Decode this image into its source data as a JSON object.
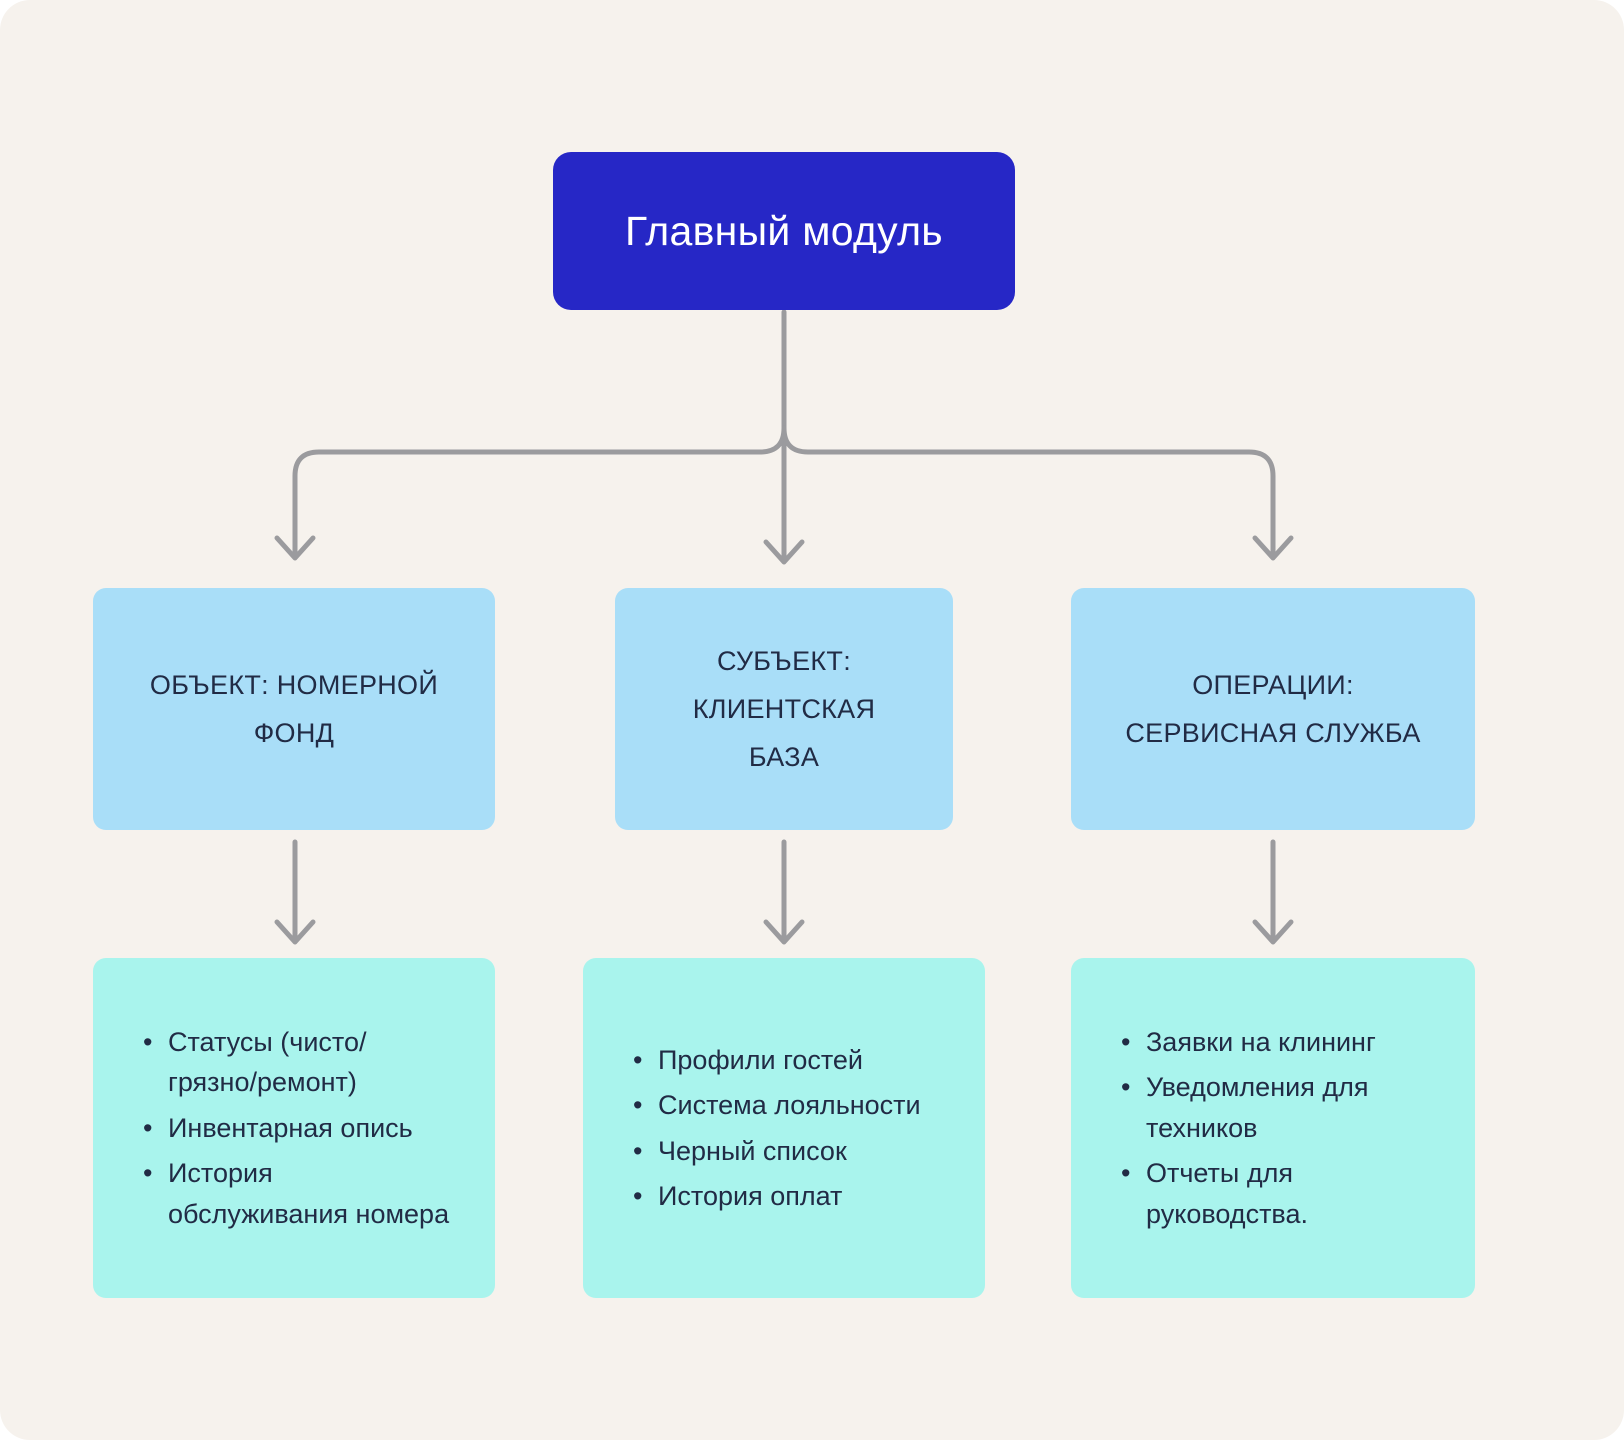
{
  "colors": {
    "background": "#f6f2ed",
    "root_box": "#2627c6",
    "root_text": "#ffffff",
    "branch_box": "#a9def8",
    "leaf_box": "#a9f4ed",
    "text": "#212b45",
    "arrow": "#9b9b9e"
  },
  "root": {
    "label": "Главный модуль"
  },
  "branches": [
    {
      "title": "ОБЪЕКТ: НОМЕРНОЙ ФОНД",
      "items": [
        "Статусы (чисто/грязно/ремонт)",
        "Инвентарная опись",
        "История обслуживания номера"
      ]
    },
    {
      "title": "СУБЪЕКТ: КЛИЕНТСКАЯ БАЗА",
      "items": [
        "Профили гостей",
        "Система лояльности",
        "Черный список",
        "История оплат"
      ]
    },
    {
      "title": "ОПЕРАЦИИ: СЕРВИСНАЯ СЛУЖБА",
      "items": [
        "Заявки на клининг",
        "Уведомления для техников",
        "Отчеты для руководства."
      ]
    }
  ]
}
